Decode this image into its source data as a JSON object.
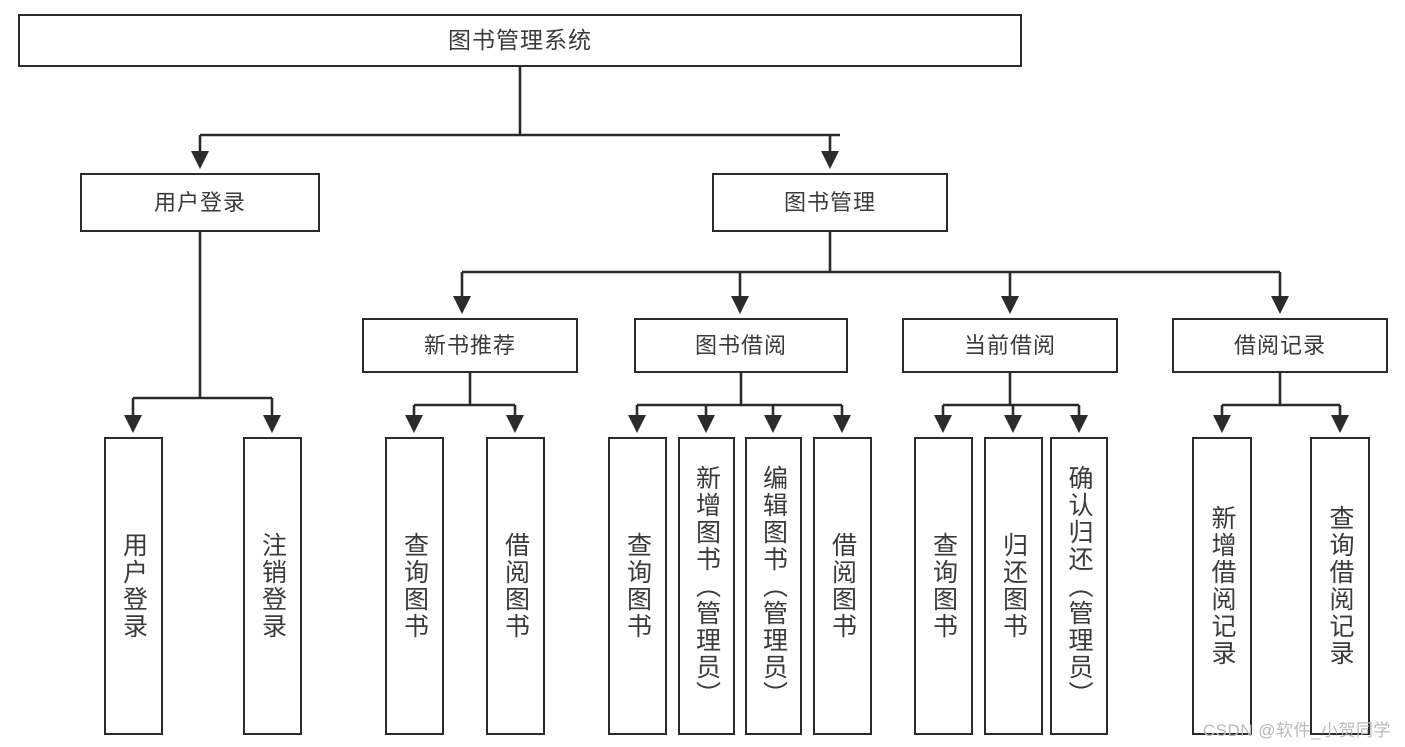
{
  "diagram": {
    "type": "tree",
    "title": "图书管理系统",
    "watermark": "CSDN @软件_小贺同学",
    "colors": {
      "box_border": "#2b2b2b",
      "box_fill": "#ffffff",
      "connector": "#2b2b2b",
      "text": "#3a3a3a",
      "watermark": "#b9b9b9",
      "background": "#ffffff"
    },
    "root": {
      "label": "图书管理系统"
    },
    "level1": [
      {
        "label": "用户登录"
      },
      {
        "label": "图书管理"
      }
    ],
    "level2": [
      {
        "label": "新书推荐"
      },
      {
        "label": "图书借阅"
      },
      {
        "label": "当前借阅"
      },
      {
        "label": "借阅记录"
      }
    ],
    "leaves": {
      "user_login": [
        {
          "label": "用户登录"
        },
        {
          "label": "注销登录"
        }
      ],
      "new_book_recommend": [
        {
          "label": "查询图书"
        },
        {
          "label": "借阅图书"
        }
      ],
      "book_borrow": [
        {
          "label": "查询图书"
        },
        {
          "label": "新增图书（管理员）"
        },
        {
          "label": "编辑图书（管理员）"
        },
        {
          "label": "借阅图书"
        }
      ],
      "current_borrow": [
        {
          "label": "查询图书"
        },
        {
          "label": "归还图书"
        },
        {
          "label": "确认归还（管理员）"
        }
      ],
      "borrow_record": [
        {
          "label": "新增借阅记录"
        },
        {
          "label": "查询借阅记录"
        }
      ]
    }
  }
}
